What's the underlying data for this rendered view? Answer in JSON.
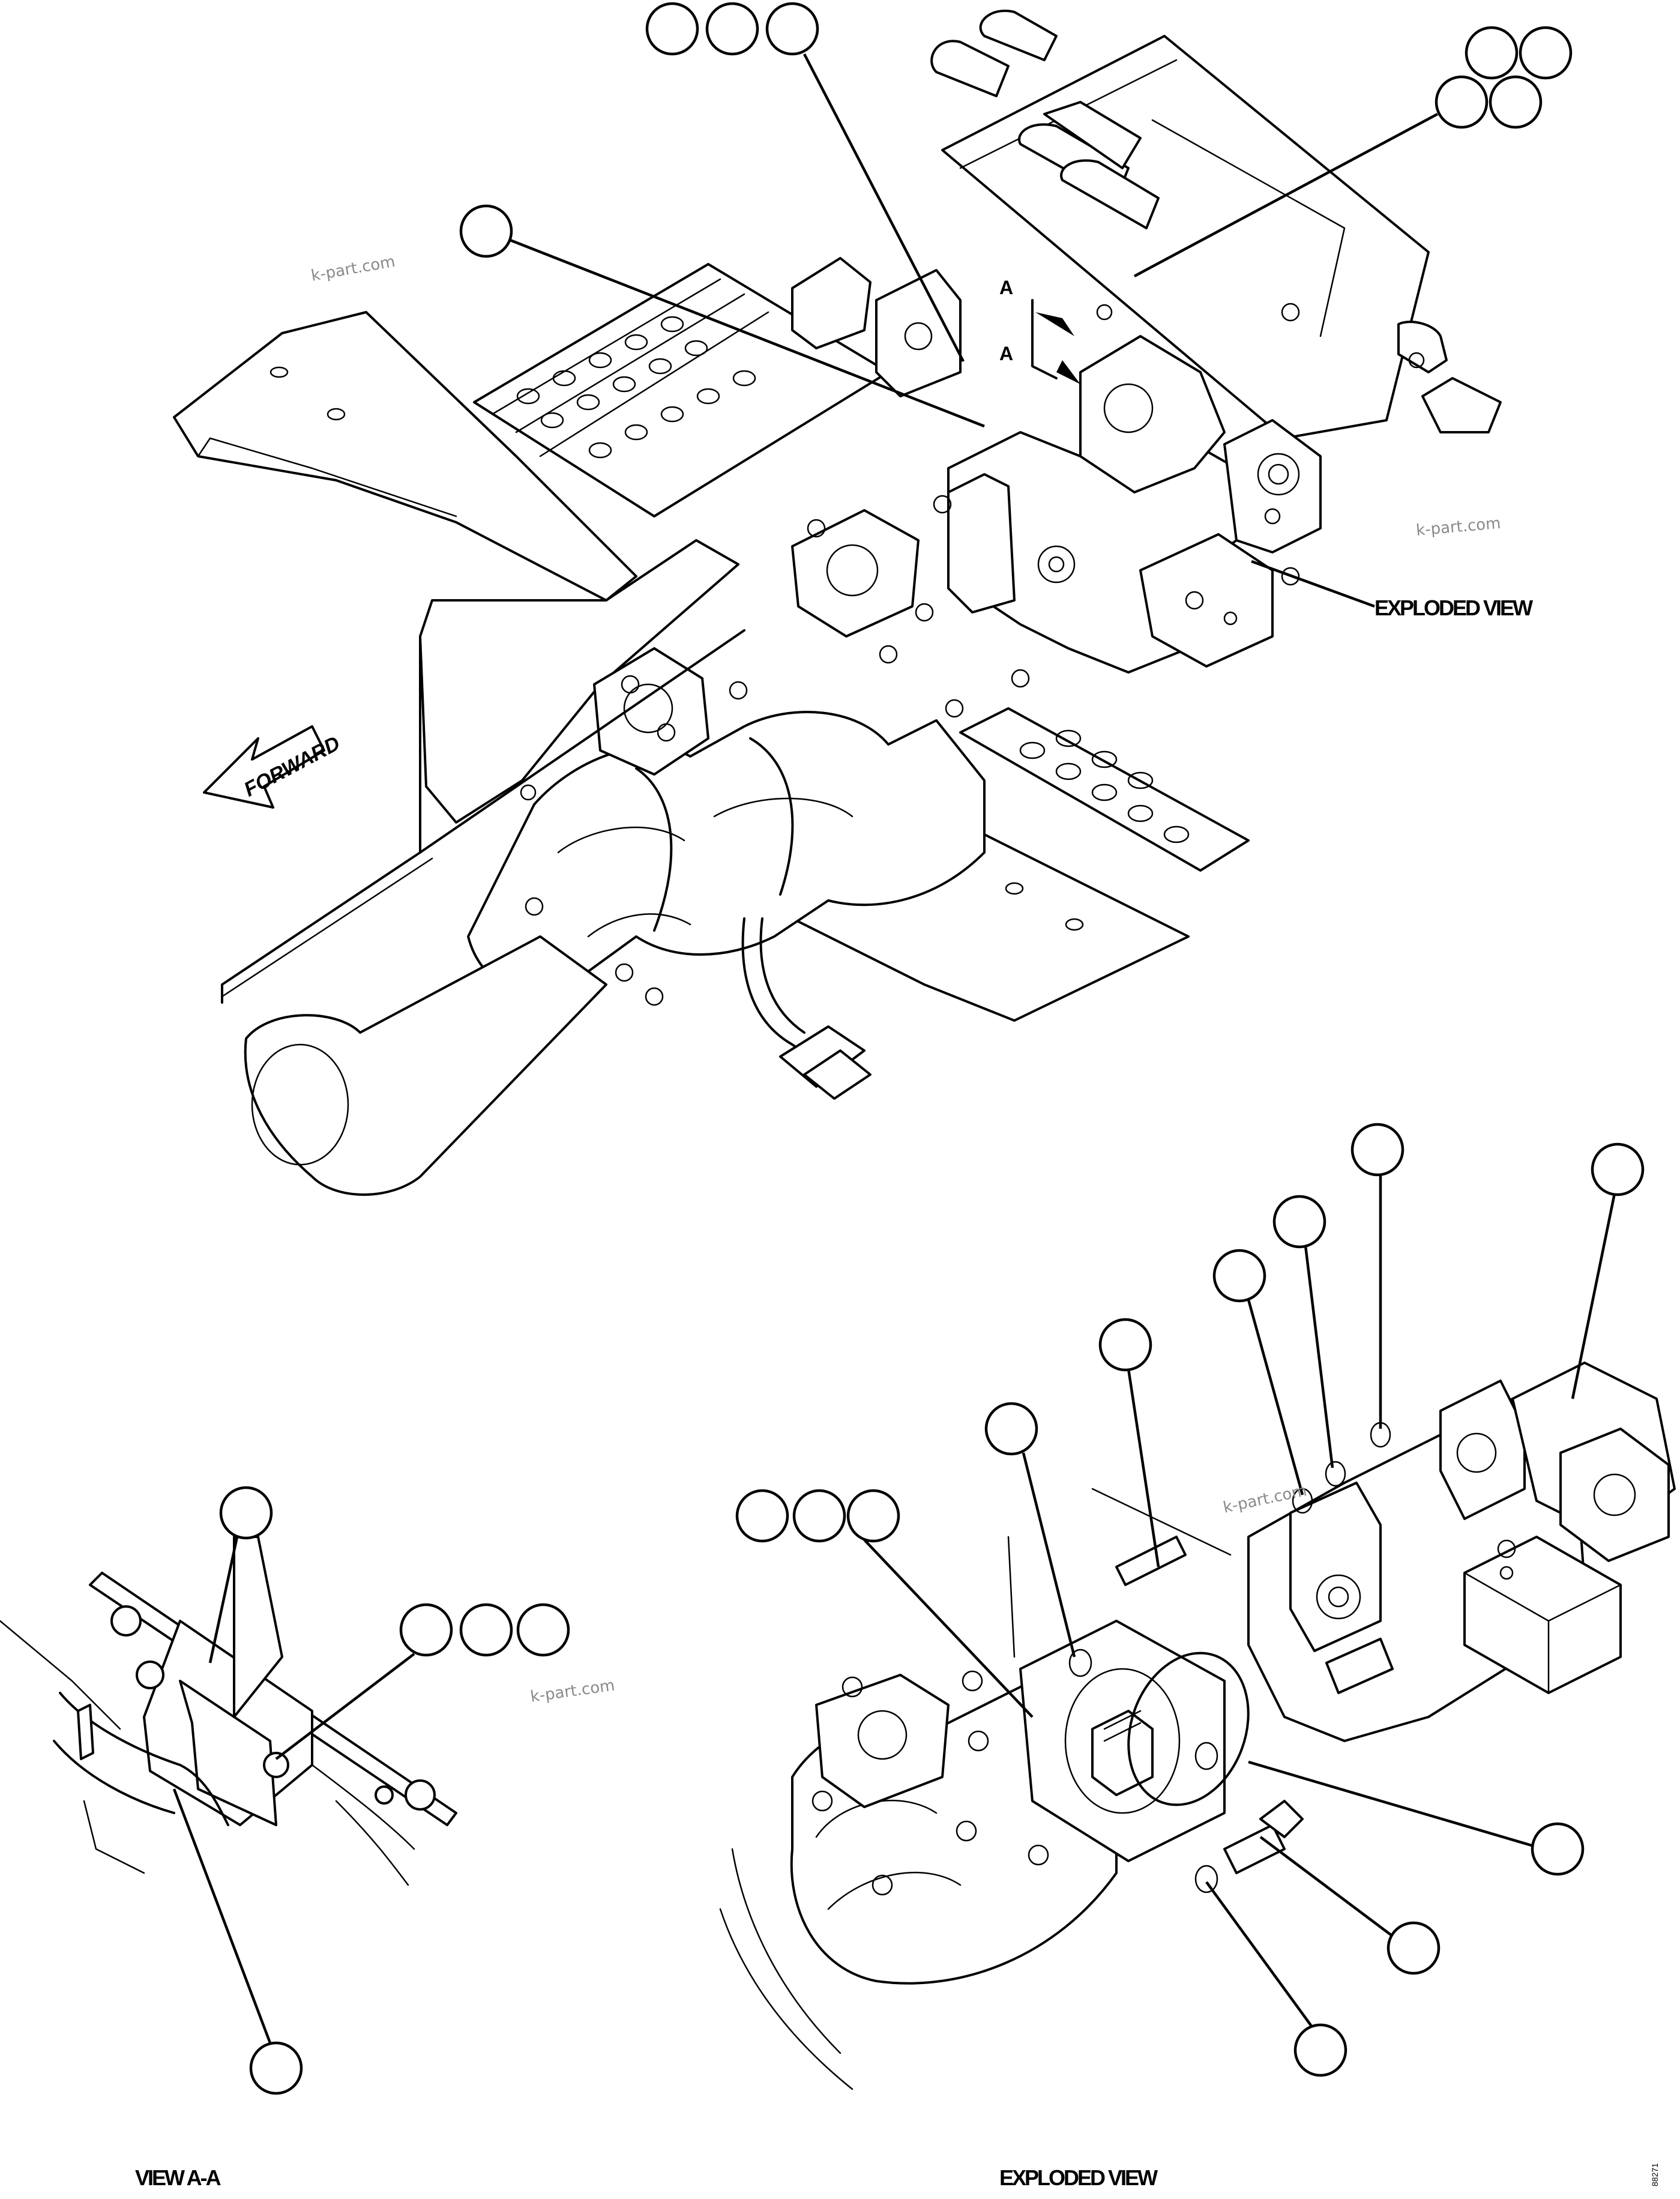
{
  "labels": {
    "exploded_view_callout": "EXPLODED VIEW",
    "view_aa_title": "VIEW A-A",
    "exploded_view_title": "EXPLODED VIEW",
    "forward_arrow": "FORWARD",
    "section_mark_upper": "A",
    "section_mark_lower": "A",
    "figure_number": "88271"
  },
  "watermark": "k-part.com",
  "colors": {
    "line": "#000000",
    "background": "#ffffff",
    "watermark": "#8a8a8a"
  }
}
